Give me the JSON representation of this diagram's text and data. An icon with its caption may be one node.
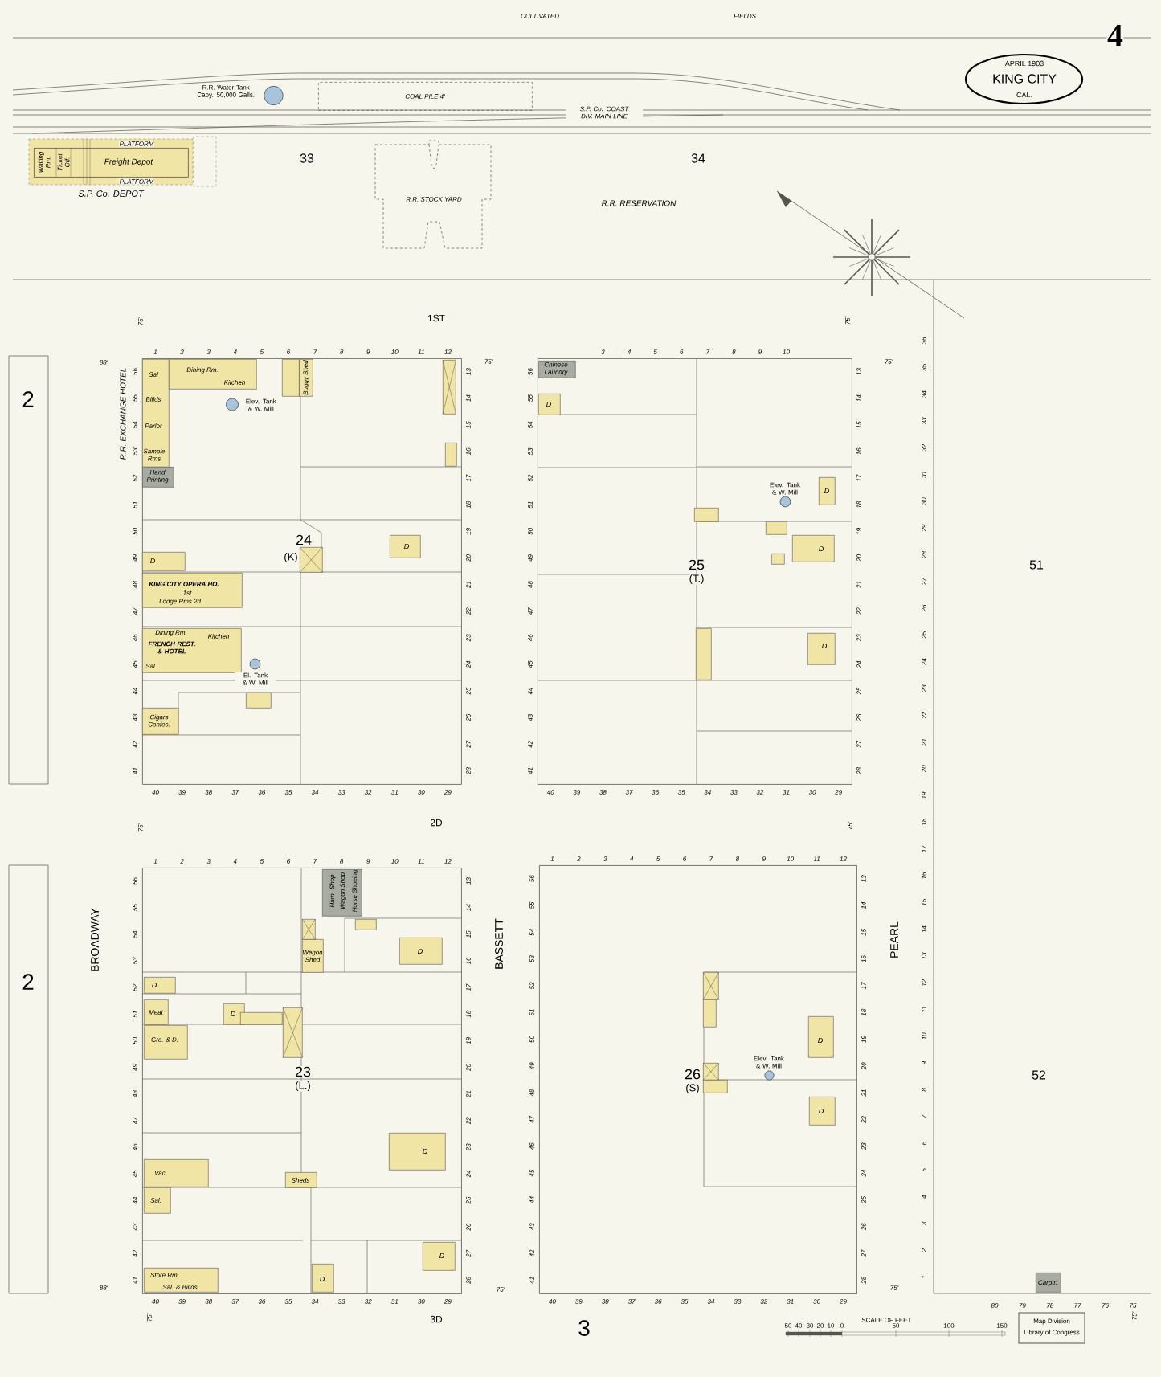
{
  "diagram": {
    "nodes": [
      {
        "text": [
          "Waiting Rm.",
          "Ticket Off.",
          "Freight Depot"
        ],
        "beside": [
          "S.P. Co. DEPOT"
        ]
      },
      {
        "text": [],
        "shape": "circle",
        "beside": [
          "R.R. Water Tank Capy. 50,000 Galls."
        ]
      },
      {
        "text": [
          "COAL PILE 4'"
        ]
      },
      {
        "text": [
          "R.R. STOCK YARD"
        ]
      },
      {
        "text": [
          "24",
          "(K)"
        ]
      },
      {
        "text": [
          "25",
          "(T.)"
        ]
      },
      {
        "text": [
          "23",
          "(L.)"
        ]
      },
      {
        "text": [
          "26",
          "(S)"
        ]
      },
      {
        "text": [
          "Sal",
          "Billds",
          "Parlor",
          "Sample Rms"
        ],
        "beside": [
          "R.R. EXCHANGE HOTEL"
        ],
        "in": 4
      },
      {
        "text": [
          "Dining Rm.",
          "Kitchen"
        ],
        "in": 4
      },
      {
        "text": [
          "Hand Printing"
        ],
        "in": 4
      },
      {
        "text": [
          "Buggy Shed"
        ],
        "in": 4
      },
      {
        "text": [],
        "shape": "circle",
        "in": 4
      },
      {
        "text": [
          "D"
        ],
        "in": 4
      },
      {
        "text": [
          "KING CITY OPERA HO.",
          "1st",
          "Lodge Rms 2d"
        ],
        "in": 4
      },
      {
        "text": [
          "Dining Rm.",
          "FRENCH REST. & HOTEL",
          "Kitchen",
          "Sal"
        ],
        "in": 4
      },
      {
        "text": [],
        "shape": "circle",
        "in": 4
      },
      {
        "text": [
          "Cigars Confec."
        ],
        "in": 4
      },
      {
        "text": [
          "D"
        ],
        "in": 4
      },
      {
        "text": [
          "Chinese Laundry"
        ],
        "in": 5
      },
      {
        "text": [
          "D"
        ],
        "in": 5
      },
      {
        "text": [],
        "shape": "circle",
        "in": 5
      },
      {
        "text": [
          "D"
        ],
        "in": 5
      },
      {
        "text": [
          "D"
        ],
        "in": 5
      },
      {
        "text": [
          "D"
        ],
        "in": 5
      },
      {
        "text": [
          "Harn. Shop",
          "Wagon Shop",
          "Horse Shoeing"
        ],
        "in": 6
      },
      {
        "text": [
          "Wagon Shed"
        ],
        "in": 6
      },
      {
        "text": [
          "D"
        ],
        "in": 6
      },
      {
        "text": [
          "D"
        ],
        "in": 6
      },
      {
        "text": [
          "Meat"
        ],
        "in": 6
      },
      {
        "text": [
          "D"
        ],
        "in": 6
      },
      {
        "text": [
          "Gro. & D."
        ],
        "in": 6
      },
      {
        "text": [
          "Vac."
        ],
        "in": 6
      },
      {
        "text": [
          "Sheds"
        ],
        "in": 6
      },
      {
        "text": [
          "D"
        ],
        "in": 6
      },
      {
        "text": [
          "Sal."
        ],
        "in": 6
      },
      {
        "text": [
          "Store Rm.",
          "Sal. & Billds"
        ],
        "in": 6
      },
      {
        "text": [
          "D"
        ],
        "in": 6
      },
      {
        "text": [
          "D"
        ],
        "in": 6
      },
      {
        "text": [
          "D"
        ],
        "in": 7
      },
      {
        "text": [
          "D"
        ],
        "in": 7
      },
      {
        "text": [],
        "shape": "circle",
        "in": 7
      },
      {
        "text": [
          "Carptr."
        ]
      },
      {
        "text": [
          "APRIL 1903",
          "KING CITY",
          "CAL."
        ]
      },
      {
        "text": [],
        "shape": "box",
        "in": 4
      },
      {
        "text": [],
        "shape": "box",
        "in": 4
      },
      {
        "text": [],
        "shape": "box",
        "in": 4
      },
      {
        "text": [],
        "shape": "box",
        "in": 4
      },
      {
        "text": [],
        "shape": "box",
        "in": 4
      },
      {
        "text": [],
        "shape": "box",
        "in": 5
      },
      {
        "text": [],
        "shape": "box",
        "in": 5
      },
      {
        "text": [],
        "shape": "box",
        "in": 5
      },
      {
        "text": [],
        "shape": "box",
        "in": 5
      },
      {
        "text": [],
        "shape": "box",
        "in": 6
      },
      {
        "text": [],
        "shape": "box",
        "in": 6
      },
      {
        "text": [],
        "shape": "box",
        "in": 6
      },
      {
        "text": [],
        "shape": "box",
        "in": 6
      },
      {
        "text": [],
        "shape": "box",
        "in": 7
      },
      {
        "text": [],
        "shape": "box",
        "in": 7
      },
      {
        "text": [],
        "shape": "box",
        "in": 7
      },
      {
        "text": [],
        "shape": "box",
        "in": 7
      }
    ],
    "labels": [
      "CULTIVATED",
      "FIELDS",
      "4",
      "S.P. Co. COAST DIV. MAIN LINE",
      "PLATFORM",
      "PLATFORM",
      "33",
      "34",
      "R.R. RESERVATION",
      "1ST",
      "2D",
      "3D",
      "BROADWAY",
      "BASSETT",
      "PEARL",
      "2",
      "2",
      "3",
      "51",
      "52",
      "SCALE OF FEET.",
      "Map Division",
      "Library of Congress",
      "88'",
      "75'",
      "75'",
      "75'",
      "75'",
      "75'",
      "75'",
      "88'",
      "75'",
      "75'",
      "75'",
      "75'",
      "50",
      "40",
      "30",
      "20",
      "10",
      "0",
      "50",
      "100",
      "150",
      "Elev. Tank & W. Mill",
      "El. Tank & W. Mill",
      "Elev. Tank & W. Mill",
      "Elev. Tank & W. Mill",
      "1",
      "2",
      "3",
      "4",
      "5",
      "6",
      "7",
      "8",
      "9",
      "10",
      "11",
      "12",
      "13",
      "14",
      "15",
      "16",
      "17",
      "18",
      "19",
      "20",
      "21",
      "22",
      "23",
      "24",
      "25",
      "26",
      "27",
      "28",
      "40",
      "39",
      "38",
      "37",
      "36",
      "35",
      "34",
      "33",
      "32",
      "31",
      "30",
      "29",
      "56",
      "55",
      "54",
      "53",
      "52",
      "51",
      "50",
      "49",
      "48",
      "47",
      "46",
      "45",
      "44",
      "43",
      "42",
      "41",
      "3",
      "4",
      "5",
      "6",
      "7",
      "8",
      "9",
      "10",
      "13",
      "14",
      "15",
      "16",
      "17",
      "18",
      "19",
      "20",
      "21",
      "22",
      "23",
      "24",
      "25",
      "26",
      "27",
      "28",
      "40",
      "39",
      "38",
      "37",
      "36",
      "35",
      "34",
      "33",
      "32",
      "31",
      "30",
      "29",
      "56",
      "55",
      "54",
      "53",
      "52",
      "51",
      "50",
      "49",
      "48",
      "47",
      "46",
      "45",
      "44",
      "43",
      "42",
      "41",
      "1",
      "2",
      "3",
      "4",
      "5",
      "6",
      "7",
      "8",
      "9",
      "10",
      "11",
      "12",
      "13",
      "14",
      "15",
      "16",
      "17",
      "18",
      "19",
      "20",
      "21",
      "22",
      "23",
      "24",
      "25",
      "26",
      "27",
      "28",
      "40",
      "39",
      "38",
      "37",
      "36",
      "35",
      "34",
      "33",
      "32",
      "31",
      "30",
      "29",
      "56",
      "55",
      "54",
      "53",
      "52",
      "51",
      "50",
      "49",
      "48",
      "47",
      "46",
      "45",
      "44",
      "43",
      "42",
      "41",
      "1",
      "2",
      "3",
      "4",
      "5",
      "6",
      "7",
      "8",
      "9",
      "10",
      "11",
      "12",
      "13",
      "14",
      "15",
      "16",
      "17",
      "18",
      "19",
      "20",
      "21",
      "22",
      "23",
      "24",
      "25",
      "26",
      "27",
      "28",
      "40",
      "39",
      "38",
      "37",
      "36",
      "35",
      "34",
      "33",
      "32",
      "31",
      "30",
      "29",
      "56",
      "55",
      "54",
      "53",
      "52",
      "51",
      "50",
      "49",
      "48",
      "47",
      "46",
      "45",
      "44",
      "43",
      "42",
      "41",
      "36",
      "35",
      "34",
      "33",
      "32",
      "31",
      "30",
      "29",
      "28",
      "27",
      "26",
      "25",
      "24",
      "23",
      "22",
      "21",
      "20",
      "19",
      "18",
      "17",
      "16",
      "15",
      "14",
      "13",
      "12",
      "11",
      "10",
      "9",
      "8",
      "7",
      "6",
      "5",
      "4",
      "3",
      "2",
      "1",
      "80",
      "79",
      "78",
      "77",
      "76",
      "75"
    ]
  }
}
